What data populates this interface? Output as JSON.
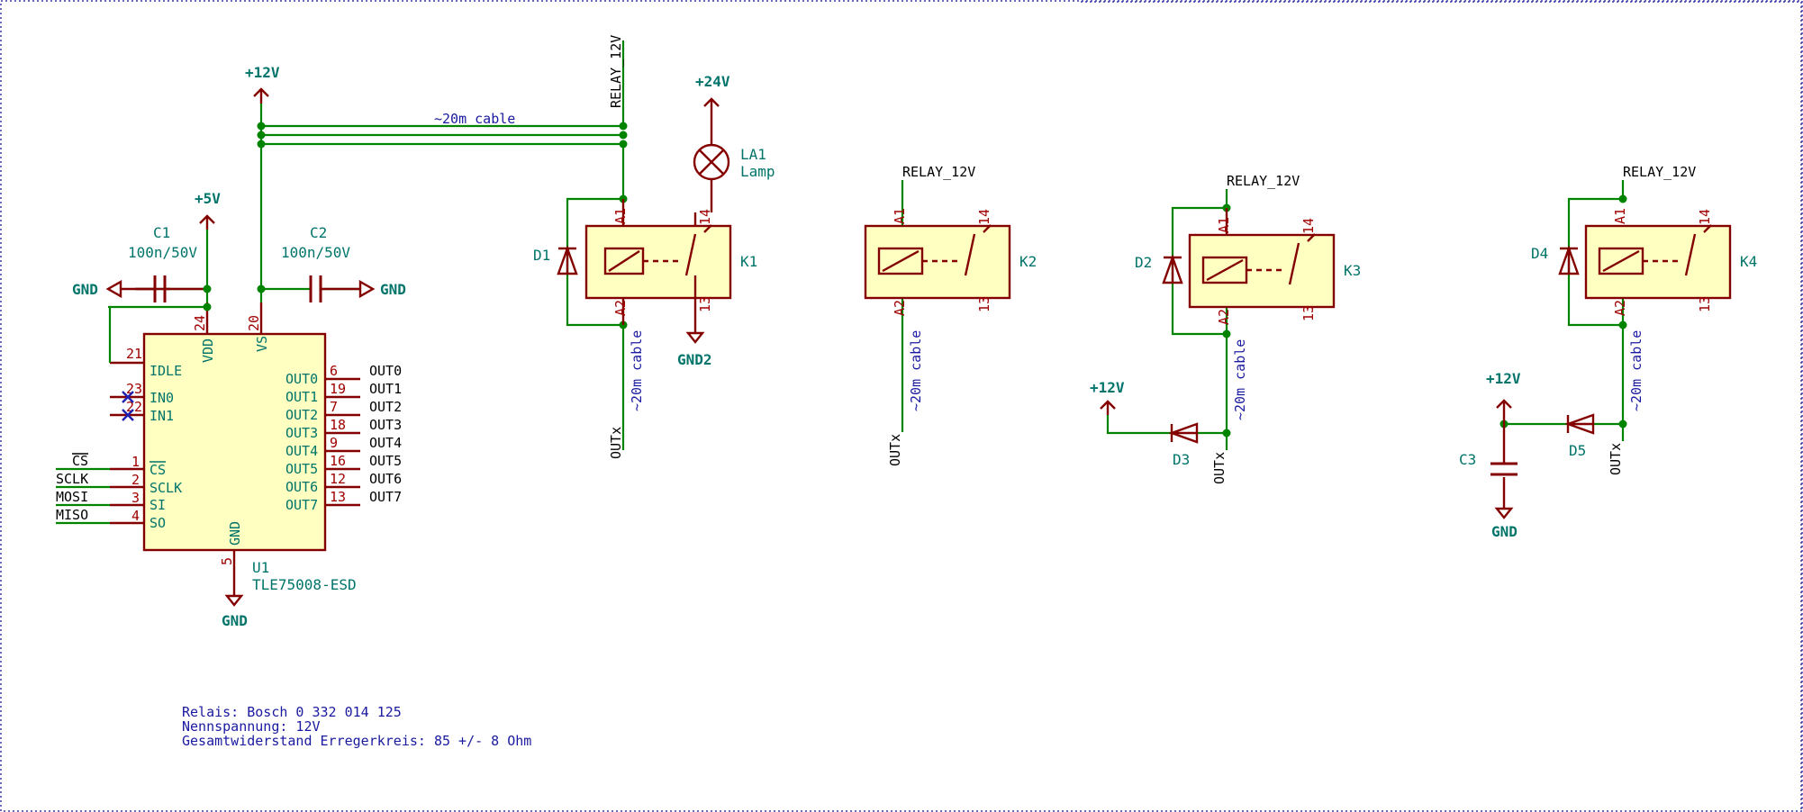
{
  "u1": {
    "ref": "U1",
    "value": "TLE75008-ESD",
    "left_pins": [
      {
        "num": "21",
        "name": "IDLE"
      },
      {
        "num": "23",
        "name": "IN0"
      },
      {
        "num": "22",
        "name": "IN1"
      },
      {
        "num": "1",
        "name": "CS"
      },
      {
        "num": "2",
        "name": "SCLK"
      },
      {
        "num": "3",
        "name": "SI"
      },
      {
        "num": "4",
        "name": "SO"
      }
    ],
    "right_pins": [
      {
        "num": "6",
        "name": "OUT0",
        "net": "OUT0"
      },
      {
        "num": "19",
        "name": "OUT1",
        "net": "OUT1"
      },
      {
        "num": "7",
        "name": "OUT2",
        "net": "OUT2"
      },
      {
        "num": "18",
        "name": "OUT3",
        "net": "OUT3"
      },
      {
        "num": "9",
        "name": "OUT4",
        "net": "OUT4"
      },
      {
        "num": "16",
        "name": "OUT5",
        "net": "OUT5"
      },
      {
        "num": "12",
        "name": "OUT6",
        "net": "OUT6"
      },
      {
        "num": "13",
        "name": "OUT7",
        "net": "OUT7"
      }
    ],
    "top_pins": [
      {
        "num": "24",
        "name": "VDD"
      },
      {
        "num": "20",
        "name": "VS"
      }
    ],
    "bottom_pin": {
      "num": "5",
      "name": "GND"
    },
    "input_nets": {
      "cs": "CS",
      "sclk": "SCLK",
      "mosi": "MOSI",
      "miso": "MISO"
    }
  },
  "caps": {
    "c1": {
      "ref": "C1",
      "value": "100n/50V"
    },
    "c2": {
      "ref": "C2",
      "value": "100n/50V"
    },
    "c3": {
      "ref": "C3"
    }
  },
  "power": {
    "p5v": "+5V",
    "p12v": "+12V",
    "p24v": "+24V",
    "gnd": "GND",
    "gnd2": "GND2"
  },
  "nets": {
    "relay12v": "RELAY_12V",
    "outx": "OUTx",
    "cable": "~20m cable"
  },
  "relays": [
    {
      "ref": "K1",
      "pins": {
        "a1": "A1",
        "a2": "A2",
        "p13": "13",
        "p14": "14"
      }
    },
    {
      "ref": "K2"
    },
    {
      "ref": "K3"
    },
    {
      "ref": "K4"
    }
  ],
  "diodes": {
    "d1": "D1",
    "d2": "D2",
    "d3": "D3",
    "d4": "D4",
    "d5": "D5"
  },
  "lamp": {
    "ref": "LA1",
    "value": "Lamp"
  },
  "notes": [
    "Relais: Bosch 0 332 014 125",
    "Nennspannung: 12V",
    "Gesamtwiderstand Erregerkreis: 85 +/- 8 Ohm"
  ],
  "colors": {
    "wire": "#008400",
    "symbol": "#840000",
    "body_fill": "#ffffc2",
    "pin_label": "#00746a",
    "note": "#1a1aa0"
  }
}
